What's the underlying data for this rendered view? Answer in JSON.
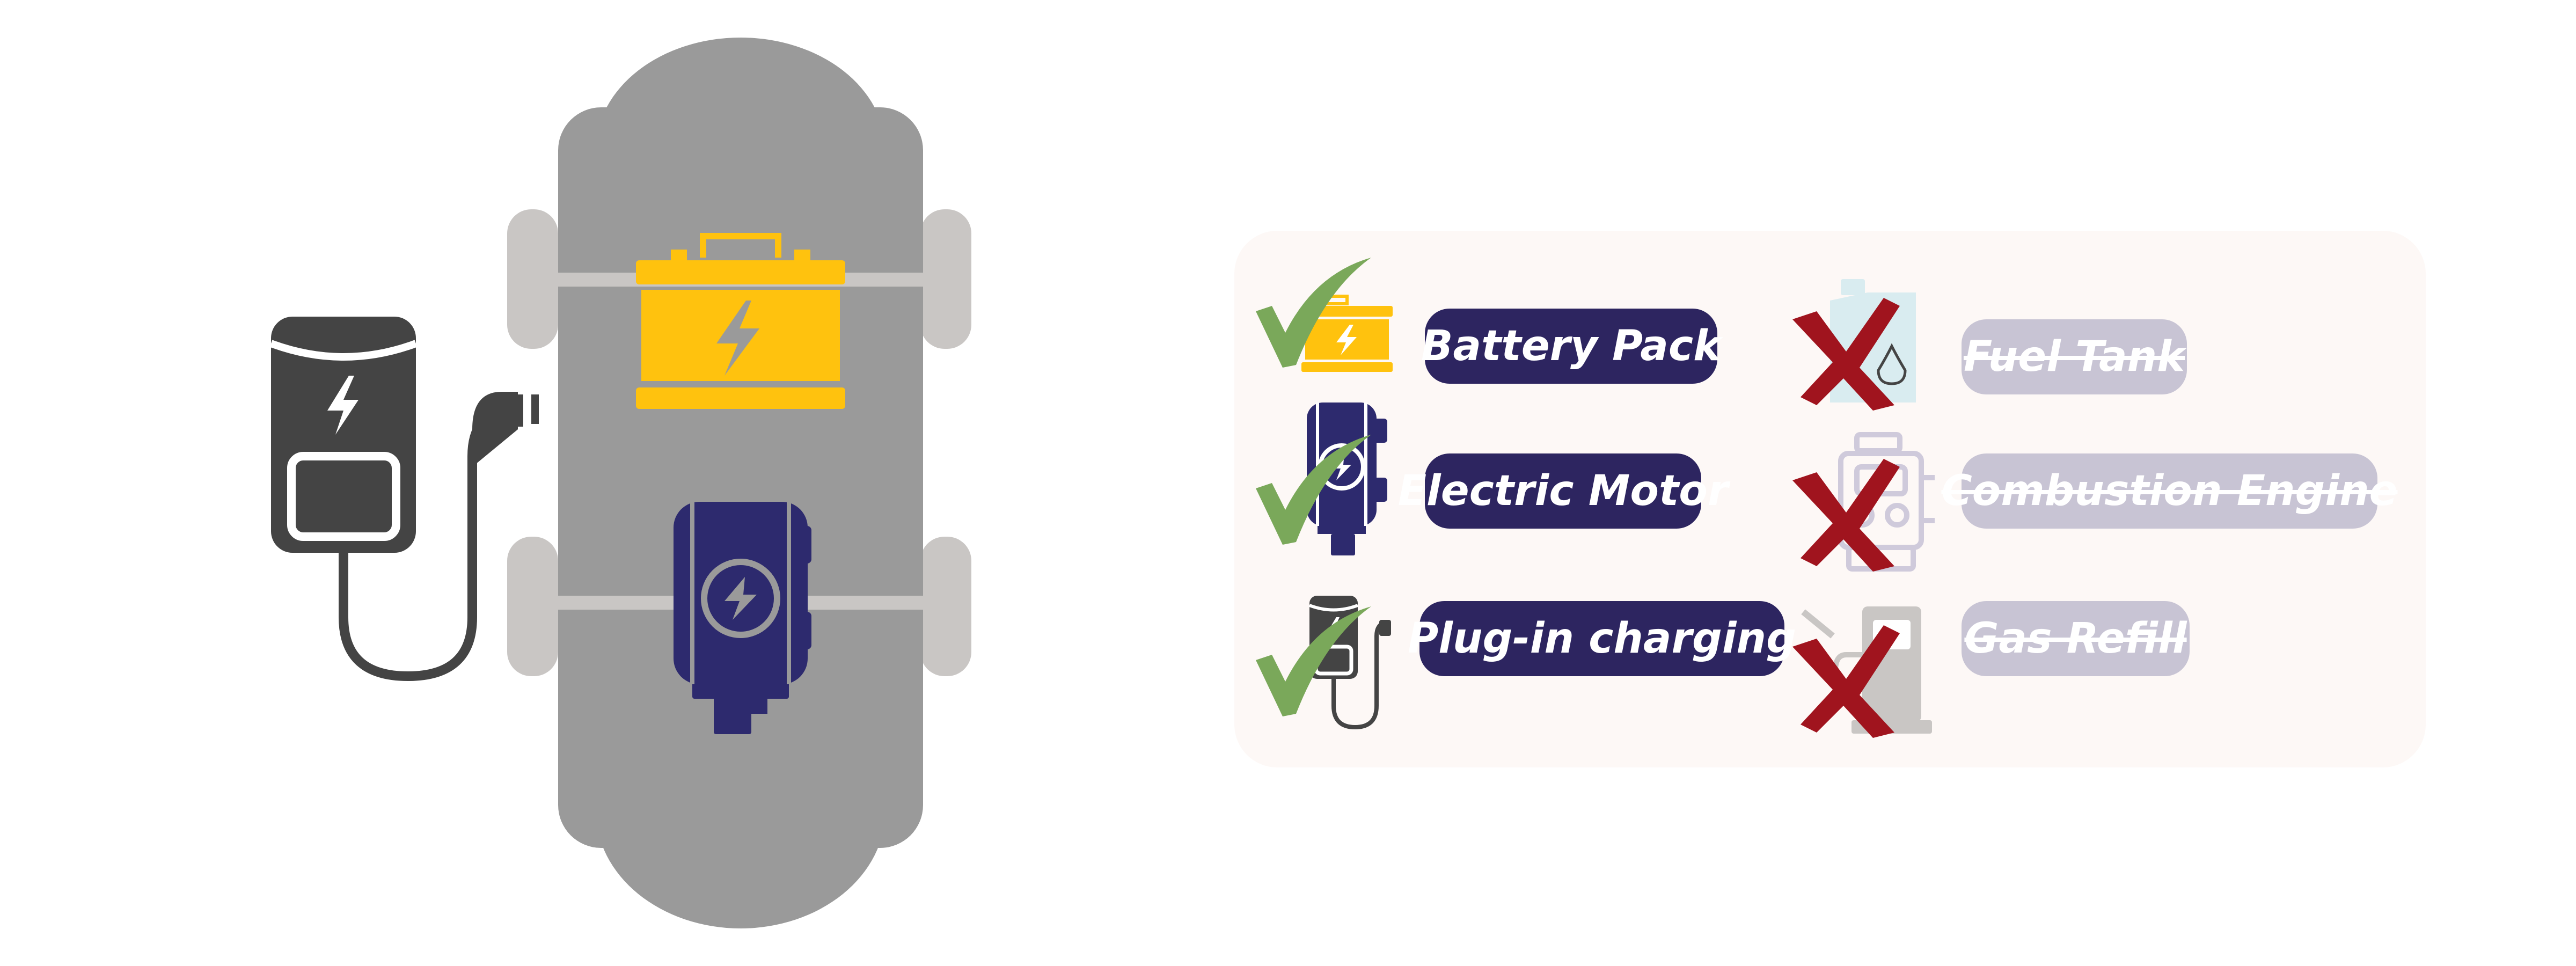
{
  "colors": {
    "body": "#9a9a9a",
    "wheel": "#c9c6c4",
    "battery": "#ffc20e",
    "motor": "#2d2a6e",
    "charger": "#444444",
    "check": "#7aa85a",
    "cross": "#a0141e",
    "pill_yes": "#2d2560",
    "pill_no": "#c8c4d4"
  },
  "included": [
    {
      "label": "Battery Pack",
      "icon": "battery-icon"
    },
    {
      "label": "Electric Motor",
      "icon": "electric-motor-icon"
    },
    {
      "label": "Plug-in charging",
      "icon": "charger-plug-icon"
    }
  ],
  "excluded": [
    {
      "label": "Fuel Tank",
      "icon": "fuel-tank-icon"
    },
    {
      "label": "Combustion Engine",
      "icon": "combustion-engine-icon"
    },
    {
      "label": "Gas Refill",
      "icon": "gas-pump-icon"
    }
  ]
}
